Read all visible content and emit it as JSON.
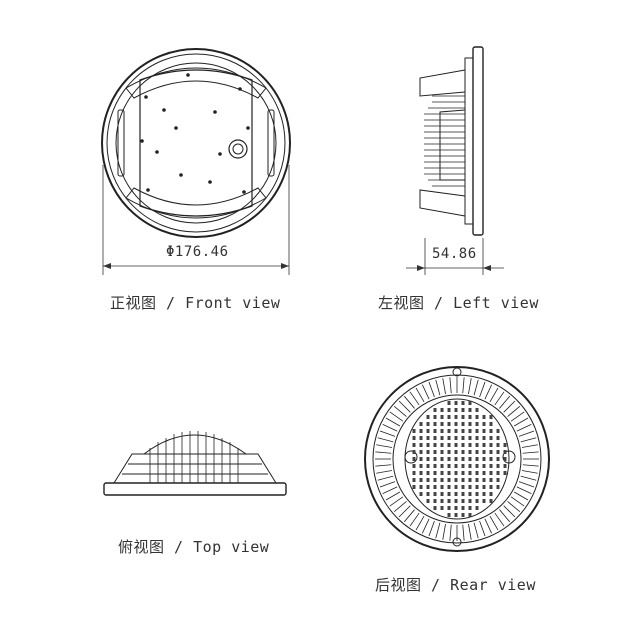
{
  "front_view": {
    "caption": "正视图 / Front view",
    "dimension": "Φ176.46"
  },
  "left_view": {
    "caption": "左视图 / Left view",
    "dimension": "54.86"
  },
  "top_view": {
    "caption": "俯视图 / Top view"
  },
  "rear_view": {
    "caption": "后视图 / Rear view"
  }
}
